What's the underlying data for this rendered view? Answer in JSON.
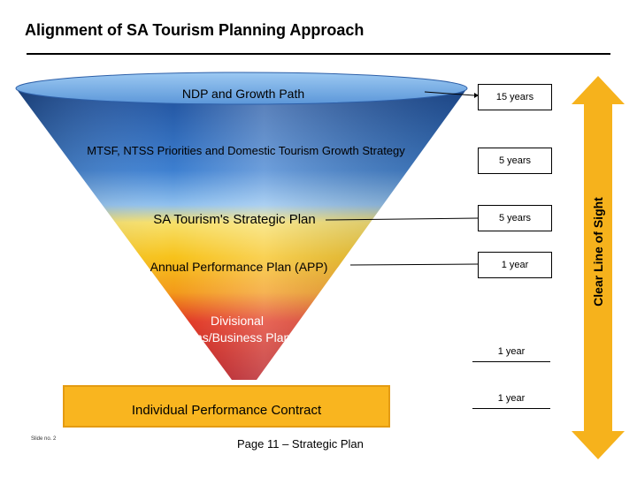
{
  "title": "Alignment of SA Tourism Planning Approach",
  "funnel_levels": [
    {
      "label": "NDP and Growth Path",
      "duration": "15 years"
    },
    {
      "label": "MTSF, NTSS Priorities and Domestic Tourism Growth Strategy",
      "duration": "5 years"
    },
    {
      "label": "SA Tourism's Strategic Plan",
      "duration": "5 years"
    },
    {
      "label": "Annual Performance Plan (APP)",
      "duration": "1 year"
    },
    {
      "label": "Divisional Plans/Business Plans",
      "duration": "1 year"
    },
    {
      "label": "Individual Performance Contract",
      "duration": "1 year"
    }
  ],
  "side_arrow_label": "Clear Line of Sight",
  "footer": "Page 11 – Strategic Plan",
  "slide_number": "Slide no. 2",
  "colors": {
    "blue_dark": "#1f4f9a",
    "blue_light": "#4d8fd8",
    "yellow": "#f7c21a",
    "orange": "#f39a1a",
    "red": "#e0331f",
    "red_dark": "#b3131a",
    "bar_fill": "#f9b51f",
    "bar_border": "#e49b12",
    "arrow_fill": "#f6b21c"
  }
}
